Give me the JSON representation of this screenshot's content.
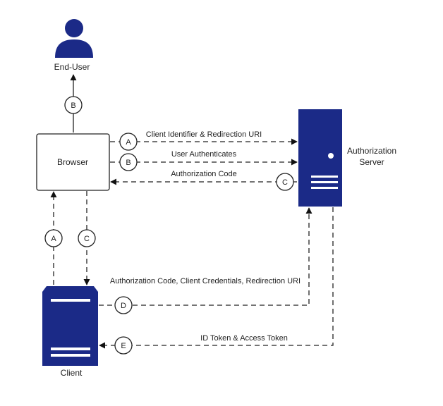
{
  "colors": {
    "brand": "#1b2a87",
    "line": "#222222",
    "background": "#ffffff"
  },
  "nodes": {
    "end_user": {
      "label": "End-User",
      "icon": "user-icon"
    },
    "browser": {
      "label": "Browser"
    },
    "authorization_server": {
      "label_line1": "Authorization",
      "label_line2": "Server",
      "icon": "server-icon"
    },
    "client": {
      "label": "Client",
      "icon": "server-icon"
    }
  },
  "flows": {
    "browser_to_user": {
      "step": "B"
    },
    "client_id_redirect": {
      "step": "A",
      "label": "Client Identifier & Redirection URI"
    },
    "user_authenticates": {
      "step": "B",
      "label": "User Authenticates"
    },
    "authorization_code": {
      "step": "C",
      "label": "Authorization Code"
    },
    "client_to_browser": {
      "step": "A"
    },
    "browser_to_client": {
      "step": "C"
    },
    "token_request": {
      "step": "D",
      "label": "Authorization Code,  Client Credentials, Redirection URI"
    },
    "token_response": {
      "step": "E",
      "label": "ID Token & Access Token"
    }
  }
}
